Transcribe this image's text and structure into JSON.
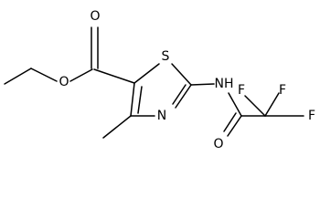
{
  "molecule": {
    "atoms": {
      "o_carbonyl": "O",
      "o_ester": "O",
      "s_ring": "S",
      "n_ring": "N",
      "nh_amide": "NH",
      "o_amide": "O",
      "f_top_left": "F",
      "f_top_right": "F",
      "f_right": "F"
    }
  }
}
